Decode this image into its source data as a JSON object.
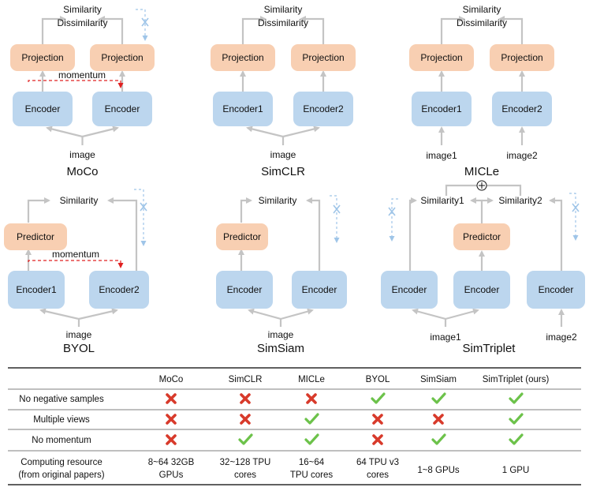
{
  "colors": {
    "encoder": "#bcd6ee",
    "projection": "#f8cfb2",
    "arrow": "#c4c4c4",
    "momentum": "#e02020",
    "stopgrad": "#9fc5e8",
    "check": "#6cc24a",
    "cross": "#d83a2b"
  },
  "icons": {
    "stop_gradient": "x-mark-icon",
    "combine": "circled-plus-icon",
    "check": "check-icon",
    "cross": "cross-icon"
  },
  "moco": {
    "title": "MoCo",
    "similarity": "Similarity",
    "dissimilarity": "Dissimilarity",
    "projection1": "Projection",
    "projection2": "Projection",
    "encoder1": "Encoder",
    "encoder2": "Encoder",
    "momentum": "momentum",
    "image": "image"
  },
  "simclr": {
    "title": "SimCLR",
    "similarity": "Similarity",
    "dissimilarity": "Dissimilarity",
    "projection1": "Projection",
    "projection2": "Projection",
    "encoder1": "Encoder1",
    "encoder2": "Encoder2",
    "image": "image"
  },
  "micle": {
    "title": "MICLe",
    "similarity": "Similarity",
    "dissimilarity": "Dissimilarity",
    "projection1": "Projection",
    "projection2": "Projection",
    "encoder1": "Encoder1",
    "encoder2": "Encoder2",
    "image1": "image1",
    "image2": "image2"
  },
  "byol": {
    "title": "BYOL",
    "similarity": "Similarity",
    "predictor": "Predictor",
    "encoder1": "Encoder1",
    "encoder2": "Encoder2",
    "momentum": "momentum",
    "image": "image"
  },
  "simsiam": {
    "title": "SimSiam",
    "similarity": "Similarity",
    "predictor": "Predictor",
    "encoder1": "Encoder",
    "encoder2": "Encoder",
    "image": "image"
  },
  "simtriplet": {
    "title": "SimTriplet",
    "similarity1": "Similarity1",
    "similarity2": "Similarity2",
    "predictor": "Predictor",
    "encoder1": "Encoder",
    "encoder2": "Encoder",
    "encoder3": "Encoder",
    "image1": "image1",
    "image2": "image2"
  },
  "table": {
    "headers": [
      "",
      "MoCo",
      "SimCLR",
      "MICLe",
      "BYOL",
      "SimSiam",
      "SimTriplet (ours)"
    ],
    "rows": [
      {
        "label": [
          "No negative samples"
        ],
        "cells": [
          "cross",
          "cross",
          "cross",
          "check",
          "check",
          "check"
        ]
      },
      {
        "label": [
          "Multiple views"
        ],
        "cells": [
          "cross",
          "cross",
          "check",
          "cross",
          "cross",
          "check"
        ]
      },
      {
        "label": [
          "No momentum"
        ],
        "cells": [
          "cross",
          "check",
          "check",
          "cross",
          "check",
          "check"
        ]
      },
      {
        "label": [
          "Computing resource",
          "(from original papers)"
        ],
        "cells": [
          [
            "8~64 32GB",
            "GPUs"
          ],
          [
            "32~128 TPU",
            "cores"
          ],
          [
            "16~64",
            "TPU cores"
          ],
          [
            "64 TPU v3",
            "cores"
          ],
          [
            "1~8 GPUs"
          ],
          [
            "1 GPU"
          ]
        ]
      }
    ]
  }
}
